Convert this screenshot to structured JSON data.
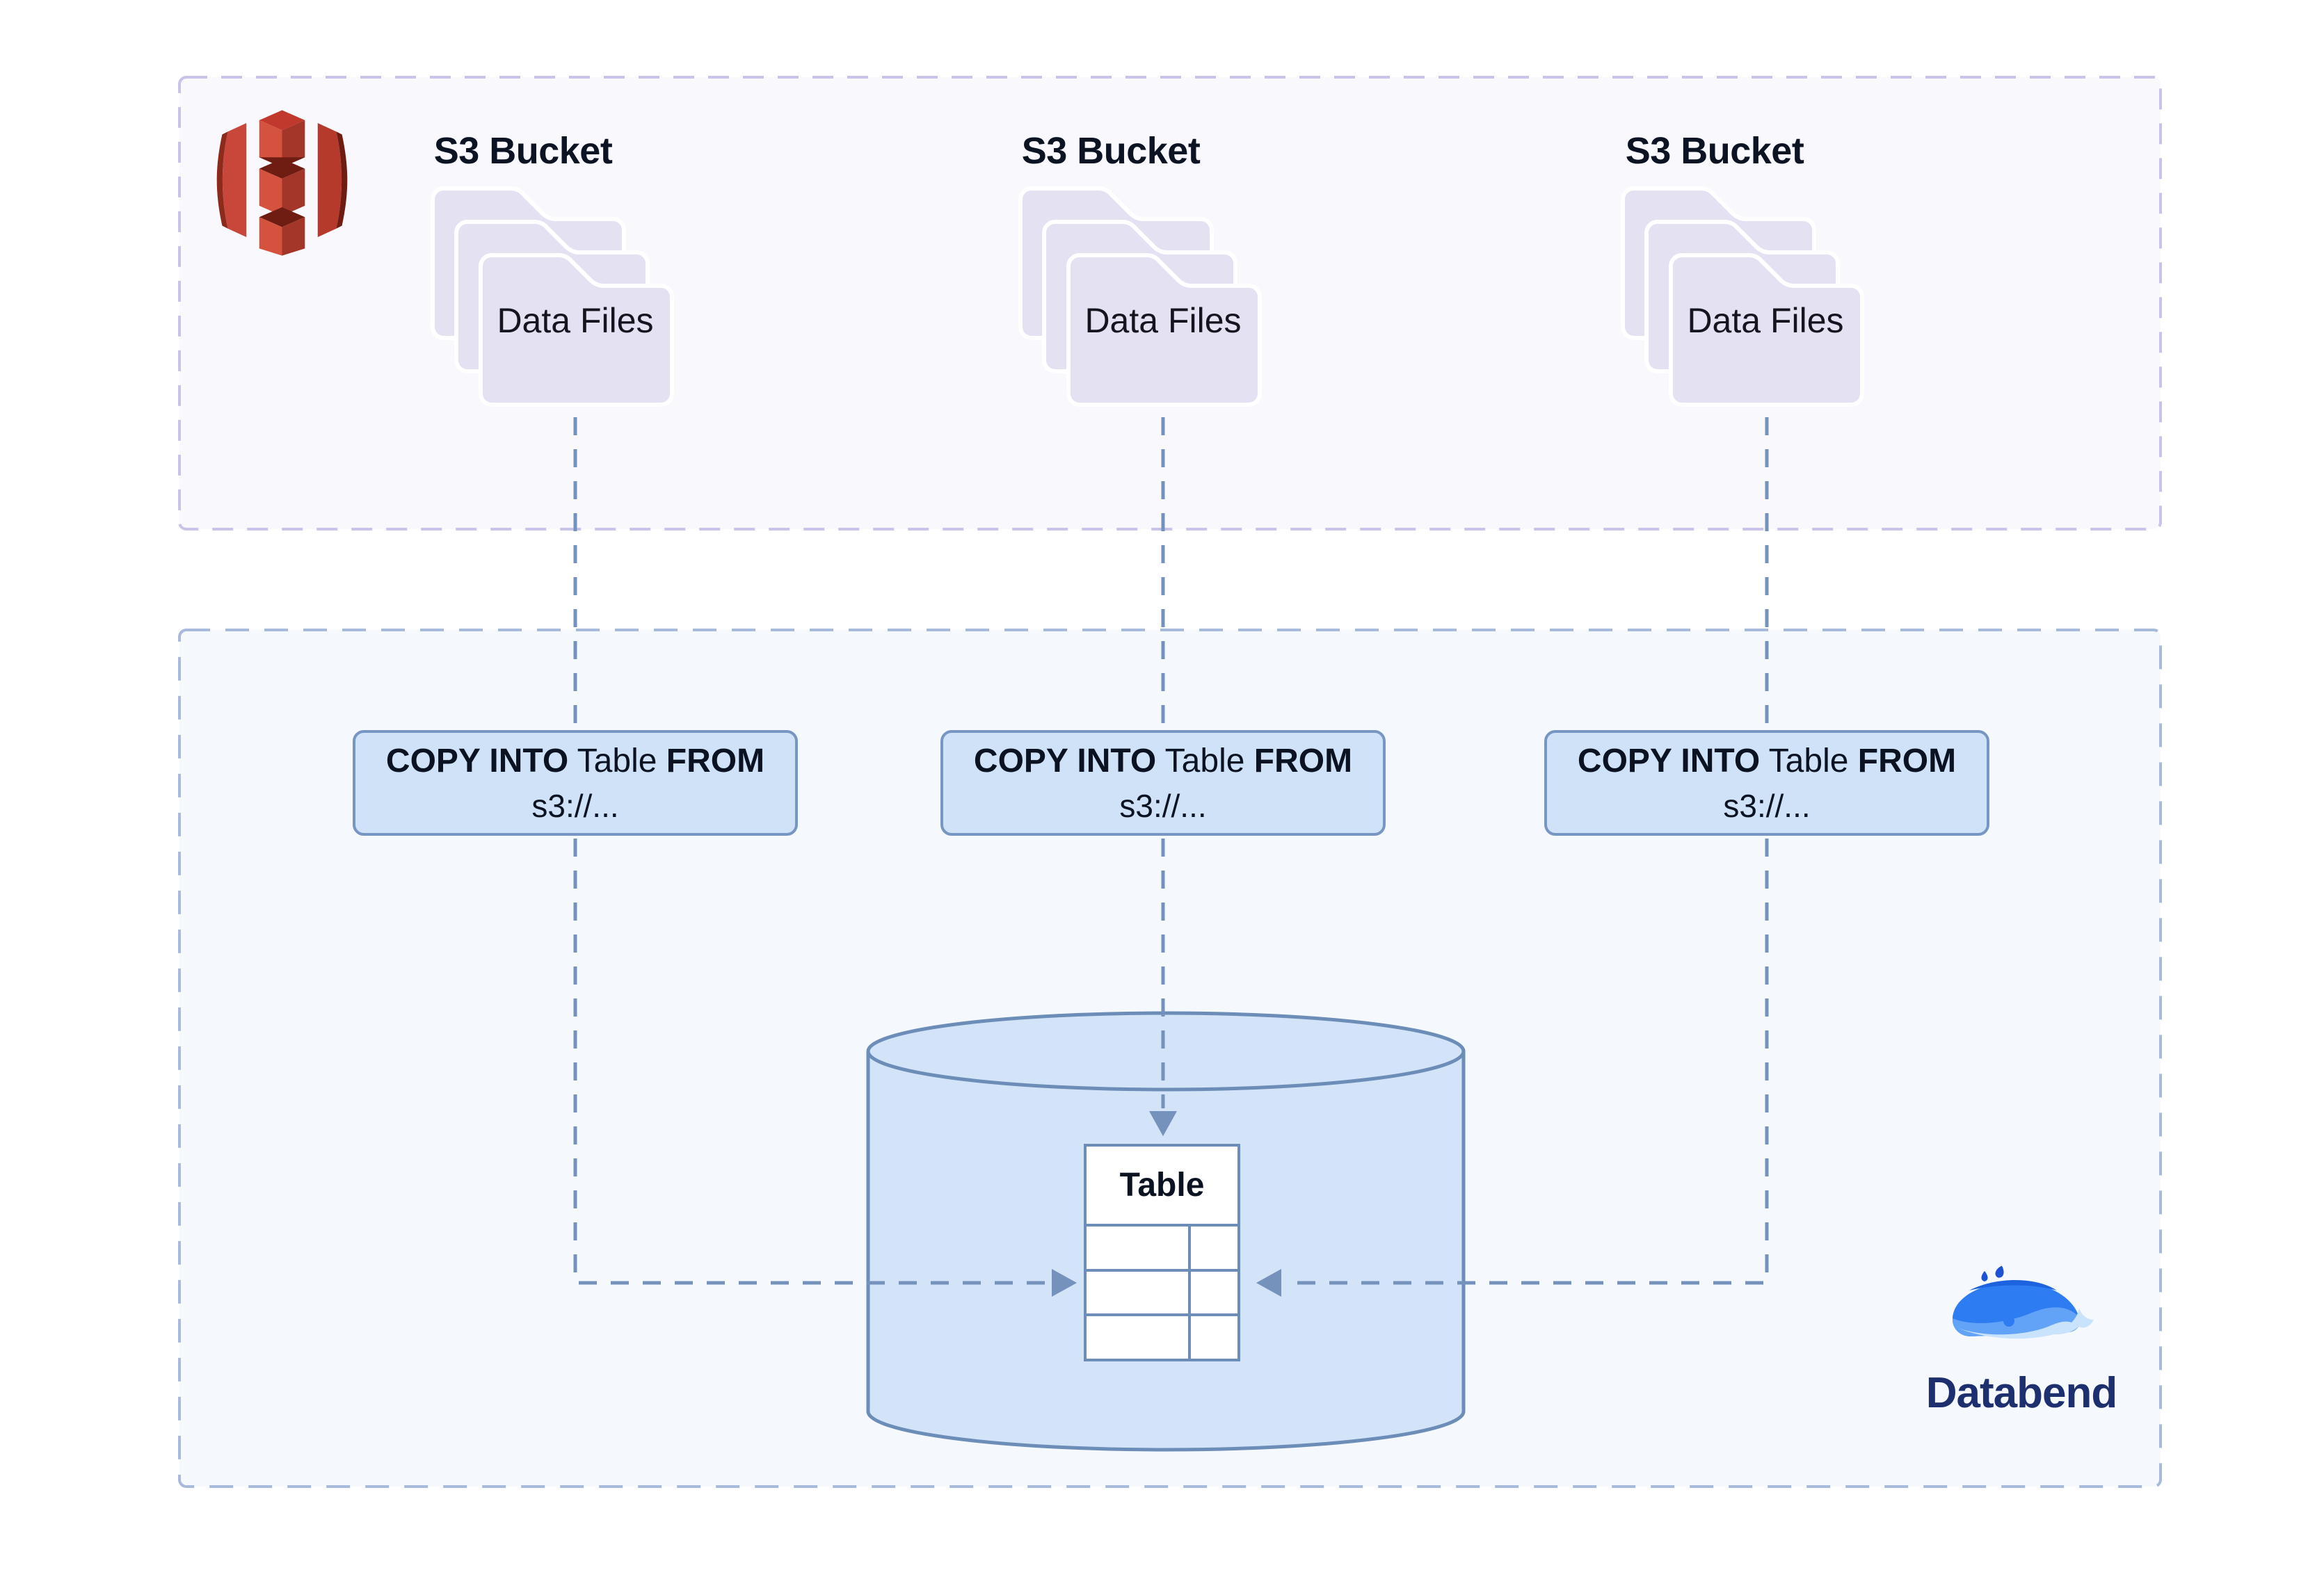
{
  "s3_zone": {
    "buckets": [
      {
        "label": "S3 Bucket",
        "folder_label": "Data Files"
      },
      {
        "label": "S3 Bucket",
        "folder_label": "Data Files"
      },
      {
        "label": "S3 Bucket",
        "folder_label": "Data Files"
      }
    ]
  },
  "copy_commands": [
    {
      "kw1": "COPY INTO",
      "obj": "Table",
      "kw2": "FROM",
      "path": "s3://..."
    },
    {
      "kw1": "COPY INTO",
      "obj": "Table",
      "kw2": "FROM",
      "path": "s3://..."
    },
    {
      "kw1": "COPY INTO",
      "obj": "Table",
      "kw2": "FROM",
      "path": "s3://..."
    }
  ],
  "database": {
    "table_label": "Table"
  },
  "brand": {
    "name": "Databend"
  },
  "icons": {
    "s3": "aws-s3-bucket-icon",
    "folders": "folder-stack-icon",
    "database": "database-cylinder-icon",
    "whale": "databend-whale-icon"
  },
  "colors": {
    "s3_red": "#C8432F",
    "folder_lavender": "#E4E1F2",
    "zone_top_fill": "#F8F8FD",
    "zone_top_border": "#C7C3E9",
    "zone_bottom_fill": "#F5F8FC",
    "zone_bottom_border": "#A8BADB",
    "box_fill": "#D0E2F8",
    "box_border": "#7896C3",
    "connector": "#7492BC",
    "cylinder_fill": "#D3E3F8",
    "cylinder_stroke": "#6B8DB8",
    "brand_navy": "#1D2F6E"
  }
}
